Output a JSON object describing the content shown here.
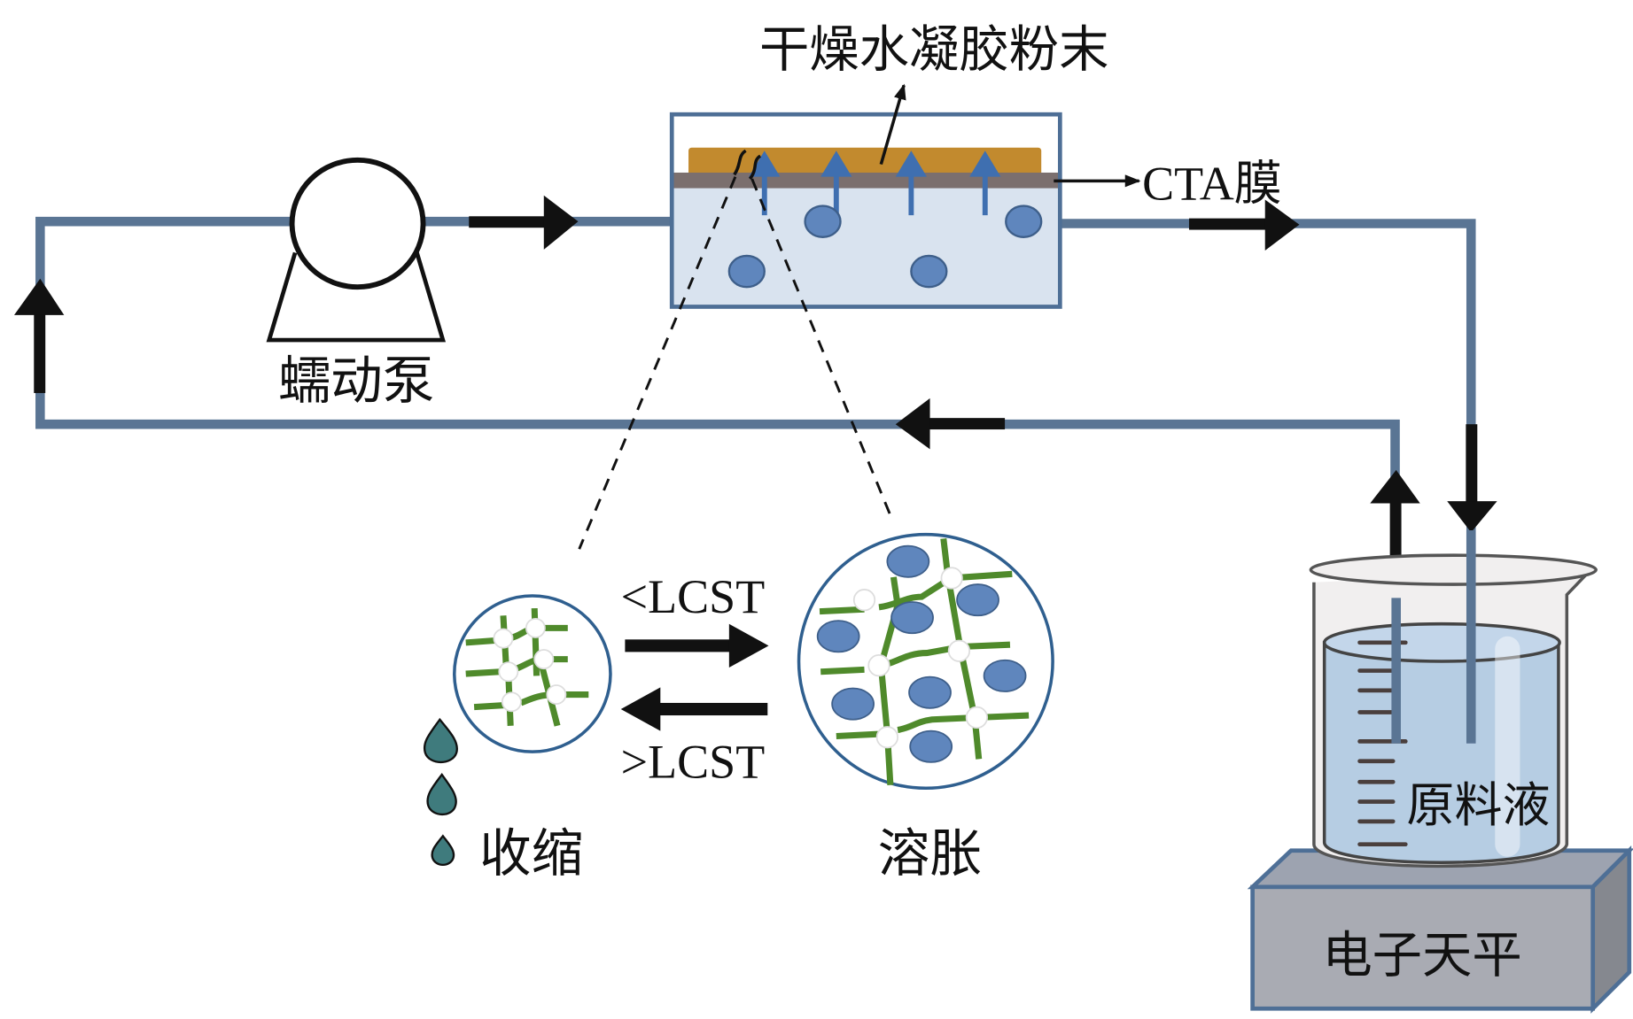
{
  "title": "Forward osmosis setup with thermo-responsive hydrogel draw agent",
  "labels": {
    "hydrogel_powder": "干燥水凝胶粉末",
    "membrane": "CTA膜",
    "pump": "蠕动泵",
    "below_lcst": "<LCST",
    "above_lcst": ">LCST",
    "shrink": "收缩",
    "swell": "溶胀",
    "feed_solution": "原料液",
    "balance": "电子天平"
  },
  "colors": {
    "pipe": "#5a7594",
    "pipe_dark": "#4a6585",
    "cell_border": "#4e6f96",
    "cell_fill": "#d9e3ef",
    "hydrogel": "#c28a2e",
    "membrane": "#7b6f6e",
    "permeate_arrow": "#3f6fb0",
    "water_molecule": "#5f86bd",
    "network": "#4f8a2b",
    "droplet": "#3f7b7d",
    "liquid": "#b6cde3",
    "balance_front": "#a9abb3",
    "balance_top": "#9da3b0",
    "balance_side": "#85888f",
    "balance_edge": "#4e6f96"
  }
}
